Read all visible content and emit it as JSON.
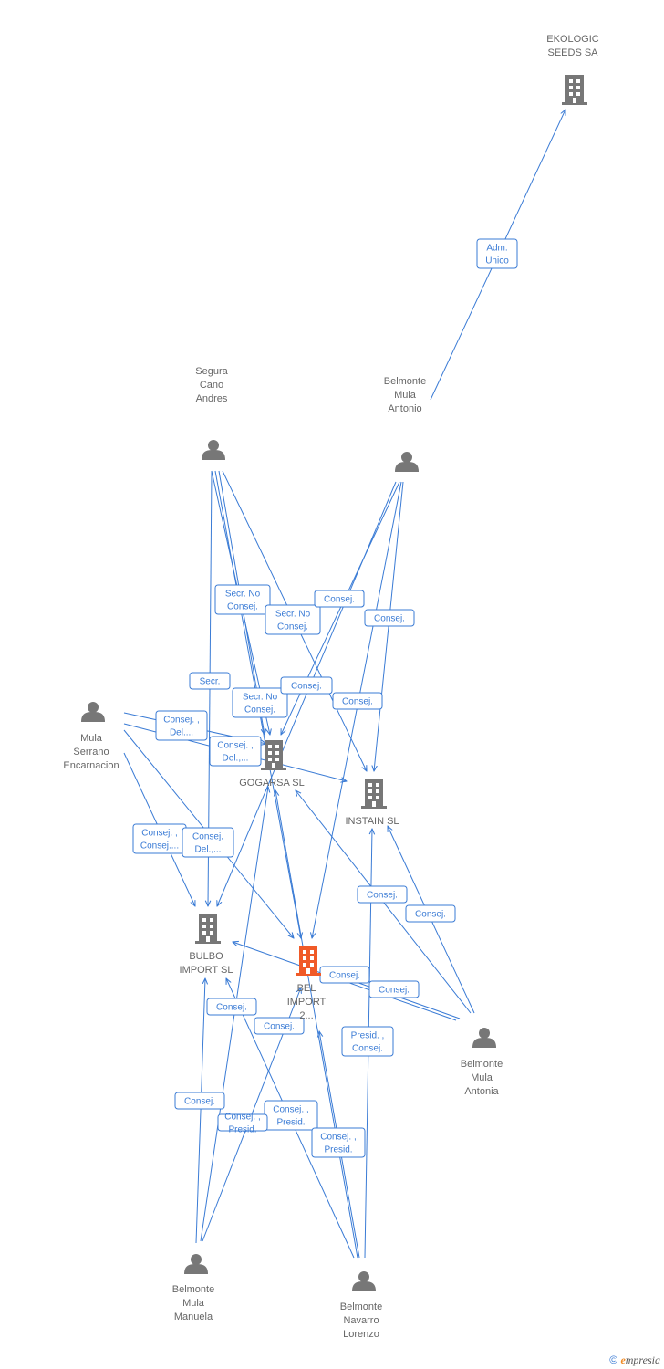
{
  "colors": {
    "edge": "#3a7bd5",
    "node": "#777777",
    "focus": "#f05a28",
    "label": "#666666"
  },
  "nodes": [
    {
      "id": "ekologic",
      "type": "company",
      "lines": [
        "EKOLOGIC",
        "SEEDS SA"
      ]
    },
    {
      "id": "segura",
      "type": "person",
      "lines": [
        "Segura",
        "Cano",
        "Andres"
      ]
    },
    {
      "id": "antonio",
      "type": "person",
      "lines": [
        "Belmonte",
        "Mula",
        "Antonio"
      ]
    },
    {
      "id": "serrano",
      "type": "person",
      "lines": [
        "Mula",
        "Serrano",
        "Encarnacion"
      ]
    },
    {
      "id": "gogarsa",
      "type": "company",
      "lines": [
        "GOGARSA SL"
      ]
    },
    {
      "id": "instain",
      "type": "company",
      "lines": [
        "INSTAIN SL"
      ]
    },
    {
      "id": "bulbo",
      "type": "company",
      "lines": [
        "BULBO",
        "IMPORT SL"
      ]
    },
    {
      "id": "bel",
      "type": "company-focus",
      "lines": [
        "BEL",
        "IMPORT",
        "2..."
      ]
    },
    {
      "id": "antonia",
      "type": "person",
      "lines": [
        "Belmonte",
        "Mula",
        "Antonia"
      ]
    },
    {
      "id": "manuela",
      "type": "person",
      "lines": [
        "Belmonte",
        "Mula",
        "Manuela"
      ]
    },
    {
      "id": "lorenzo",
      "type": "person",
      "lines": [
        "Belmonte",
        "Navarro",
        "Lorenzo"
      ]
    }
  ],
  "edges": [
    {
      "from": "antonio",
      "to": "ekologic",
      "label": [
        "Adm.",
        "Unico"
      ]
    },
    {
      "from": "segura",
      "to": "gogarsa",
      "label": [
        "Secr.  No",
        "Consej."
      ]
    },
    {
      "from": "segura",
      "to": "gogarsa",
      "label": [
        "Secr.  No",
        "Consej."
      ]
    },
    {
      "from": "segura",
      "to": "instain",
      "label": [
        "Consej."
      ]
    },
    {
      "from": "segura",
      "to": "bulbo",
      "label": [
        "Secr."
      ]
    },
    {
      "from": "segura",
      "to": "bel",
      "label": [
        "Secr.  No",
        "Consej."
      ]
    },
    {
      "from": "antonio",
      "to": "gogarsa",
      "label": [
        "Consej."
      ]
    },
    {
      "from": "antonio",
      "to": "instain",
      "label": [
        "Consej."
      ]
    },
    {
      "from": "antonio",
      "to": "bulbo",
      "label": [
        "Consej."
      ]
    },
    {
      "from": "antonio",
      "to": "bel",
      "label": [
        "Consej."
      ]
    },
    {
      "from": "serrano",
      "to": "gogarsa",
      "label": [
        "Consej. ,",
        "Del...."
      ]
    },
    {
      "from": "serrano",
      "to": "instain",
      "label": [
        "Consej. ,",
        "Del.,..."
      ]
    },
    {
      "from": "serrano",
      "to": "bulbo",
      "label": [
        "Consej. ,",
        "Consej...."
      ]
    },
    {
      "from": "serrano",
      "to": "bel",
      "label": [
        "Consej.",
        "Del.,..."
      ]
    },
    {
      "from": "antonia",
      "to": "gogarsa",
      "label": [
        "Consej."
      ]
    },
    {
      "from": "antonia",
      "to": "instain",
      "label": [
        "Consej."
      ]
    },
    {
      "from": "antonia",
      "to": "bulbo",
      "label": [
        "Consej."
      ]
    },
    {
      "from": "antonia",
      "to": "bel",
      "label": [
        "Consej."
      ]
    },
    {
      "from": "manuela",
      "to": "bulbo",
      "label": [
        "Consej."
      ]
    },
    {
      "from": "manuela",
      "to": "gogarsa",
      "label": [
        "Consej."
      ]
    },
    {
      "from": "manuela",
      "to": "bel",
      "label": [
        "Consej."
      ]
    },
    {
      "from": "lorenzo",
      "to": "bulbo",
      "label": [
        "Consej. ,",
        "Presid."
      ]
    },
    {
      "from": "lorenzo",
      "to": "gogarsa",
      "label": [
        "Consej. ,",
        "Presid."
      ]
    },
    {
      "from": "lorenzo",
      "to": "bel",
      "label": [
        "Consej. ,",
        "Presid."
      ]
    },
    {
      "from": "lorenzo",
      "to": "instain",
      "label": [
        "Presid. ,",
        "Consej."
      ]
    }
  ],
  "footer": {
    "copyright": "©",
    "brand_e": "e",
    "brand_rest": "mpresia"
  }
}
